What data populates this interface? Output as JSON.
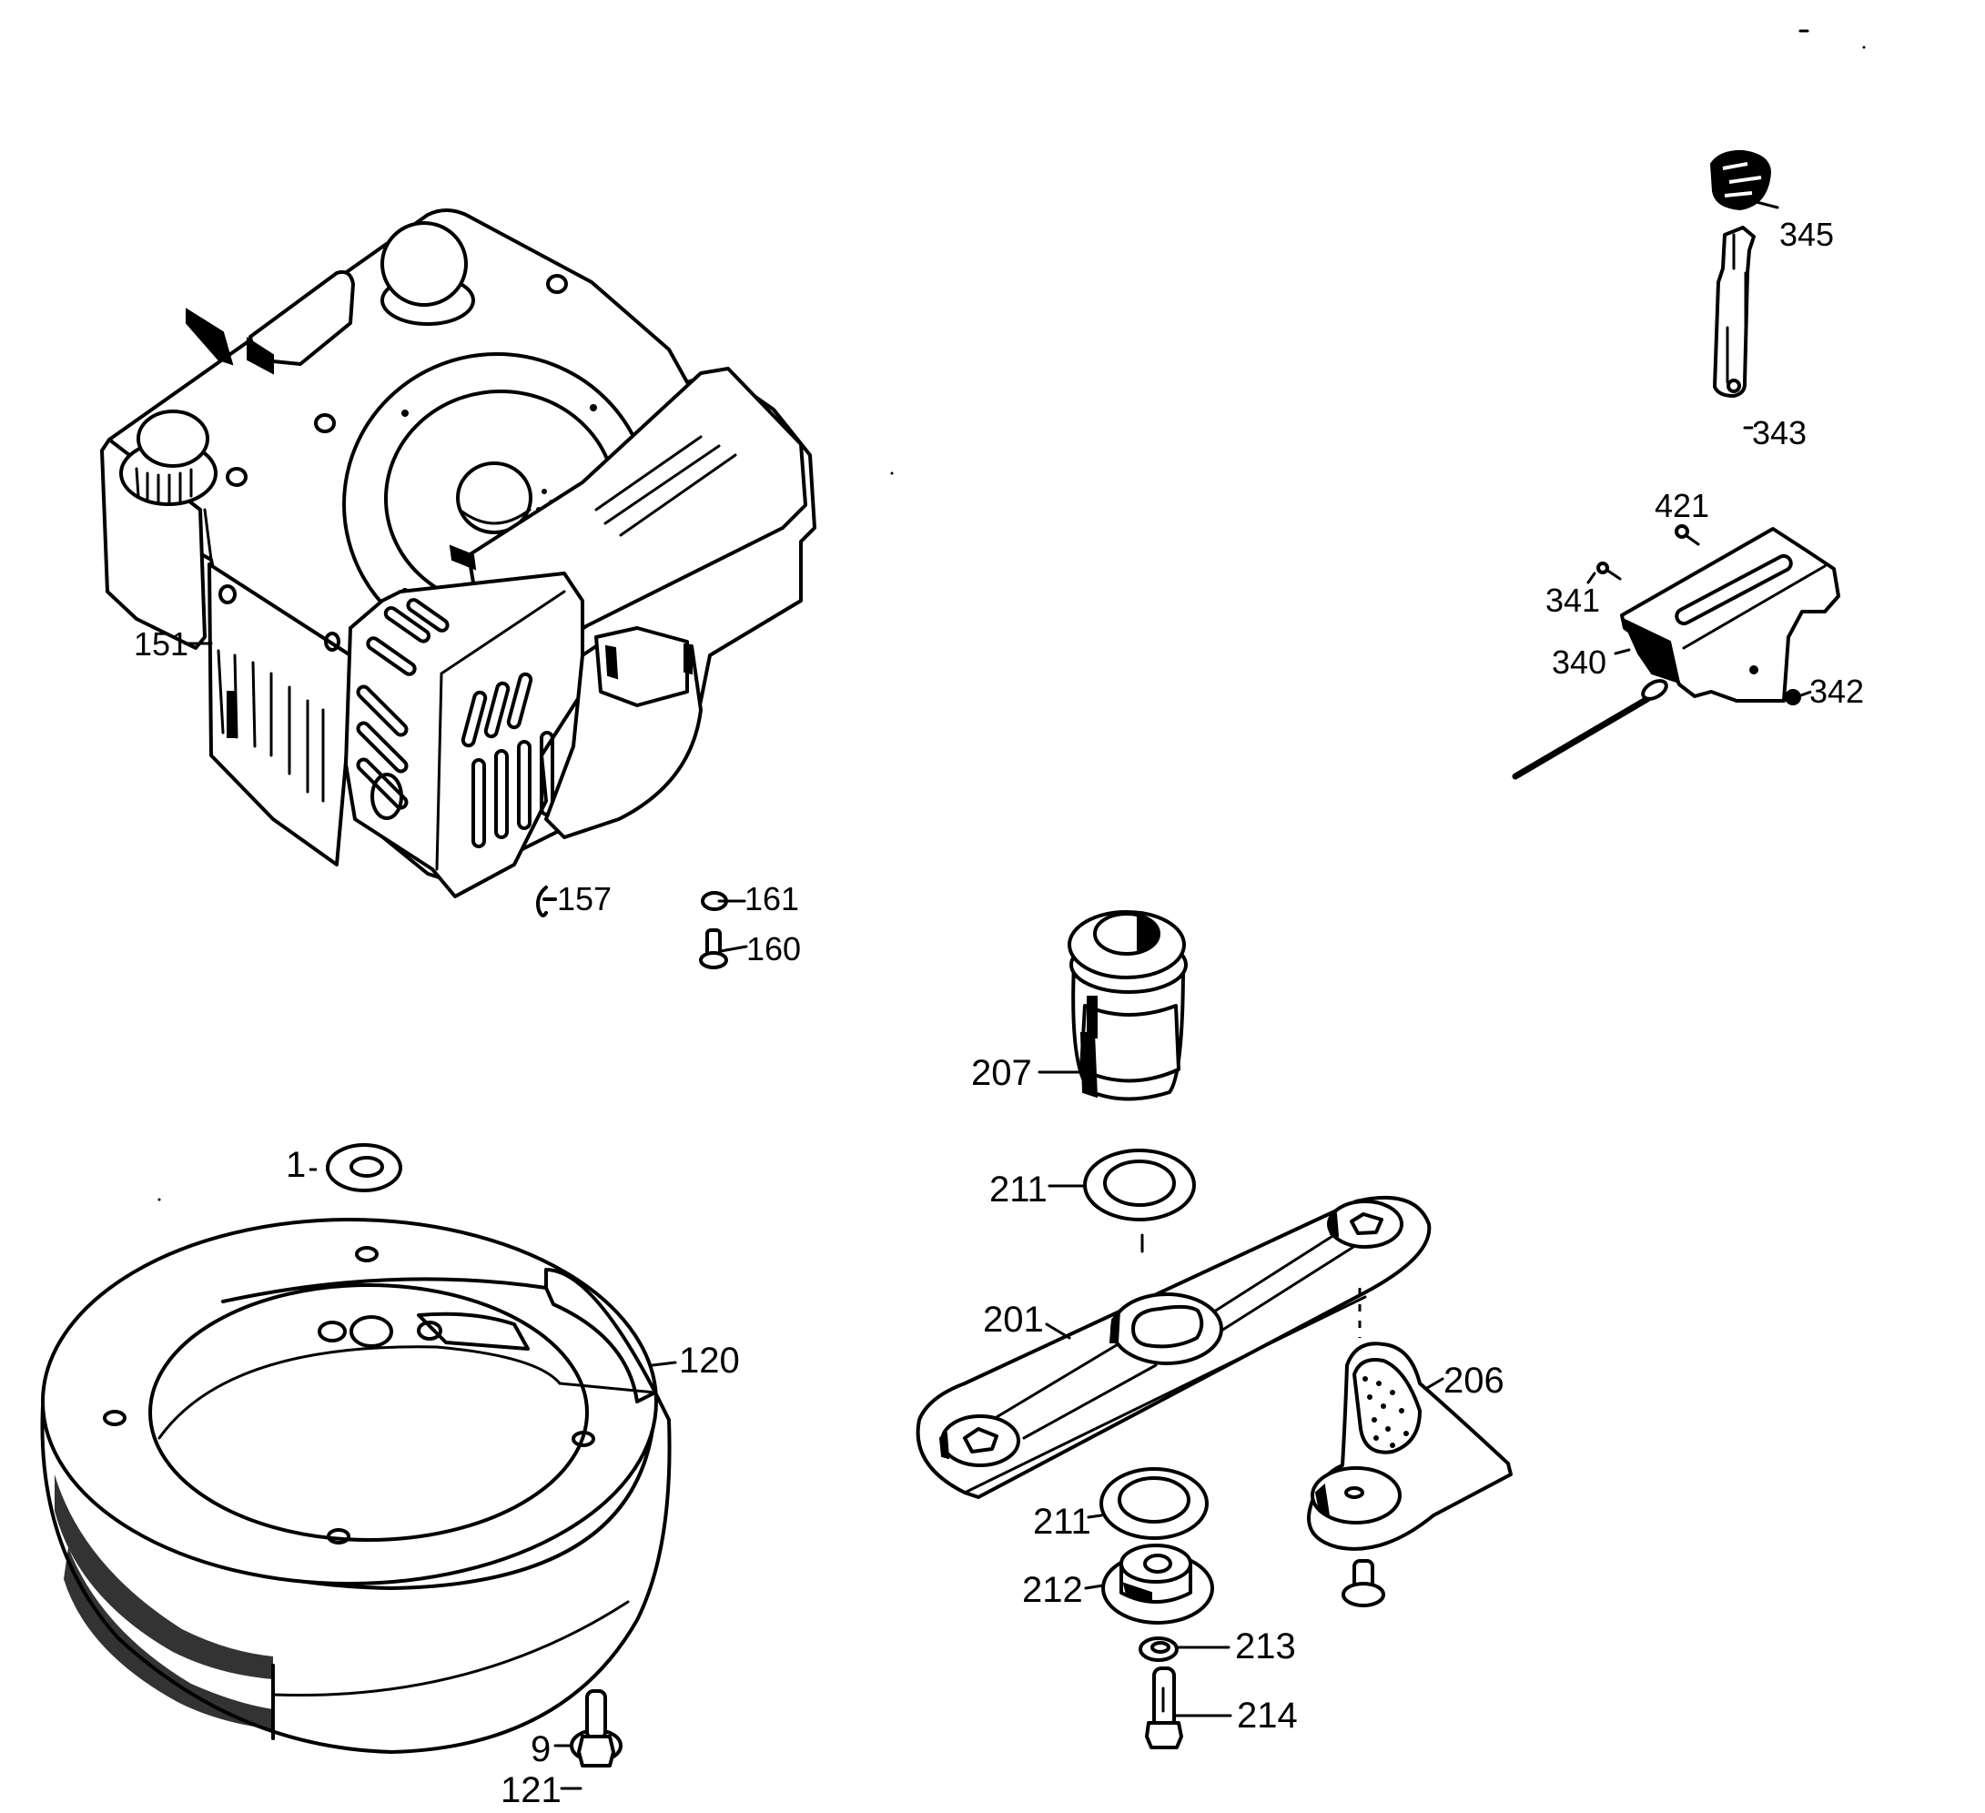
{
  "diagram": {
    "title": "Engine, flywheel, blade and throttle control parts breakdown",
    "colors": {
      "ink": "#000000",
      "paper": "#ffffff"
    },
    "callouts": [
      {
        "id": "151",
        "part": "engine"
      },
      {
        "id": "157",
        "part": "clip"
      },
      {
        "id": "161",
        "part": "retaining ring"
      },
      {
        "id": "160",
        "part": "screw"
      },
      {
        "id": "345",
        "part": "control knob"
      },
      {
        "id": "343",
        "part": "control lever"
      },
      {
        "id": "421",
        "part": "screw"
      },
      {
        "id": "341",
        "part": "pin"
      },
      {
        "id": "340",
        "part": "throttle control housing with cable"
      },
      {
        "id": "342",
        "part": "nut"
      },
      {
        "id": "1",
        "part": "washer"
      },
      {
        "id": "120",
        "part": "flywheel ring"
      },
      {
        "id": "9",
        "part": "washer"
      },
      {
        "id": "121",
        "part": "bolt"
      },
      {
        "id": "207",
        "part": "blade adapter pulley"
      },
      {
        "id": "211",
        "part": "washer (upper)"
      },
      {
        "id": "201",
        "part": "blade"
      },
      {
        "id": "206",
        "part": "lifter wing"
      },
      {
        "id": "211b",
        "part": "washer (lower)"
      },
      {
        "id": "212",
        "part": "spacer"
      },
      {
        "id": "213",
        "part": "lock washer"
      },
      {
        "id": "214",
        "part": "bolt"
      }
    ],
    "labels": {
      "l151": "151",
      "l157": "157",
      "l161": "161",
      "l160": "160",
      "l345": "345",
      "l343": "343",
      "l421": "421",
      "l341": "341",
      "l340": "340",
      "l342": "342",
      "l1": "1",
      "l120": "120",
      "l9": "9",
      "l121": "121",
      "l207": "207",
      "l211a": "211",
      "l201": "201",
      "l206": "206",
      "l211b": "211",
      "l212": "212",
      "l213": "213",
      "l214": "214"
    }
  }
}
